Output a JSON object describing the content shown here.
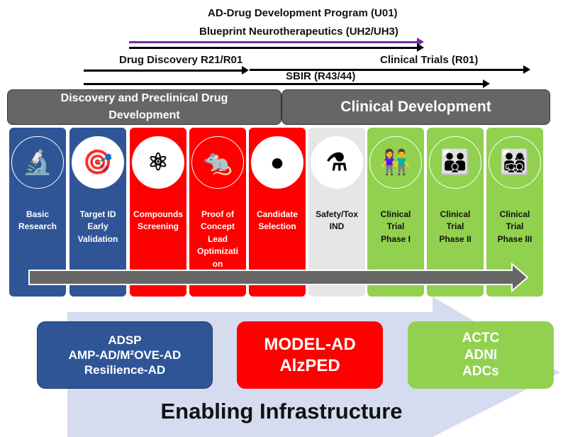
{
  "programs": {
    "addp": "AD-Drug Development Program (U01)",
    "blueprint": "Blueprint Neurotherapeutics (UH2/UH3)",
    "drug_discovery": "Drug Discovery  R21/R01",
    "clinical_trials": "Clinical Trials  (R01)",
    "sbir": "SBIR (R43/44)"
  },
  "phases": {
    "preclinical": "Discovery and Preclinical Drug Development",
    "clinical": "Clinical Development"
  },
  "stages": [
    {
      "label": "Basic\nResearch",
      "icon": "microscope-icon",
      "color": "#2f5597"
    },
    {
      "label": "Target ID\nEarly\nValidation",
      "icon": "target-icon",
      "color": "#2f5597"
    },
    {
      "label": "Compounds\nScreening",
      "icon": "molecule-icon",
      "color": "#ff0000"
    },
    {
      "label": "Proof of\nConcept\nLead\nOptimizati\non",
      "icon": "mouse-icon",
      "color": "#ff0000"
    },
    {
      "label": "Candidate\nSelection",
      "icon": "spheres-target-icon",
      "color": "#ff0000"
    },
    {
      "label": "Safety/Tox\nIND",
      "icon": "lab-glassware-icon",
      "color": "#e6e6e6"
    },
    {
      "label": "Clinical\nTrial\nPhase I",
      "icon": "two-people-icon",
      "color": "#92d050"
    },
    {
      "label": "Clinical\nTrial\nPhase II",
      "icon": "three-people-icon",
      "color": "#92d050"
    },
    {
      "label": "Clinical\nTrial\nPhase III",
      "icon": "four-people-icon",
      "color": "#92d050"
    }
  ],
  "infrastructure": {
    "blue": [
      "ADSP",
      "AMP-AD/M²OVE-AD",
      "Resilience-AD"
    ],
    "red": [
      "MODEL-AD",
      "AlzPED"
    ],
    "green": [
      "ACTC",
      "ADNI",
      "ADCs"
    ],
    "title": "Enabling Infrastructure"
  }
}
